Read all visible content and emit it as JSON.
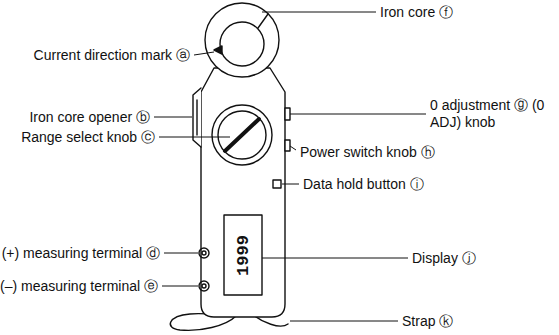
{
  "diagram": {
    "labels": [
      "Current direction mark ⓐ",
      "Iron core opener ⓑ",
      "Range select knob ⓒ",
      "(+) measuring terminal ⓓ",
      "(–) measuring terminal ⓔ",
      "Iron core ⓕ",
      "0 adjustment ⓖ (0 ADJ) knob",
      "Power switch knob ⓗ",
      "Data hold button ⓘ",
      "Display ⓙ",
      "Strap ⓚ",
      "1999"
    ]
  }
}
